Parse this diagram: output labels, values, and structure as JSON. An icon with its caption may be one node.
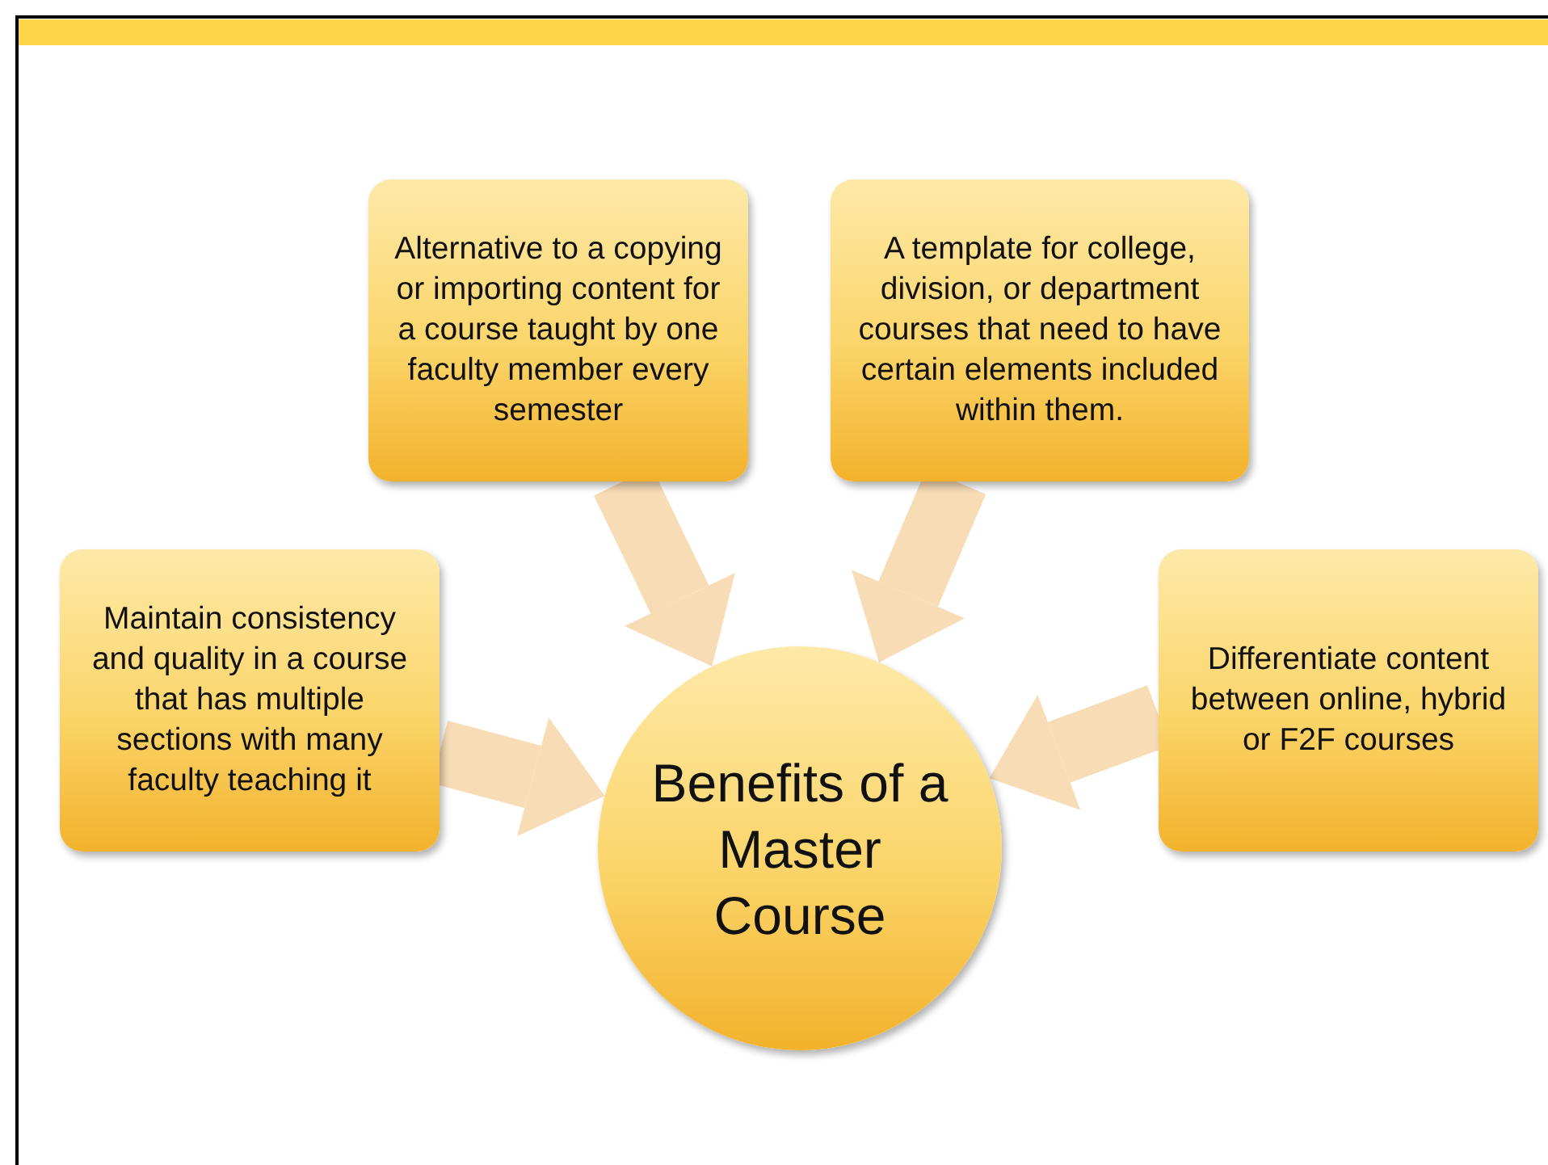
{
  "diagram": {
    "nodes": [
      {
        "text": [
          "Alternative to a copying or importing content for a course taught by one faculty member every semester"
        ]
      },
      {
        "text": [
          "A template for college, division, or department courses that need to have certain elements included within them."
        ]
      },
      {
        "text": [
          "Maintain consistency and quality in a course that has multiple sections with many faculty teaching it"
        ]
      },
      {
        "text": [
          "Benefits of a Master Course"
        ]
      },
      {
        "text": [
          "Differentiate content between online, hybrid or F2F courses"
        ]
      }
    ],
    "edges": [
      {
        "from": 0,
        "to": 3,
        "arrow": "to"
      },
      {
        "from": 1,
        "to": 3,
        "arrow": "to"
      },
      {
        "from": 2,
        "to": 3,
        "arrow": "to"
      },
      {
        "from": 4,
        "to": 3,
        "arrow": "to"
      }
    ]
  }
}
